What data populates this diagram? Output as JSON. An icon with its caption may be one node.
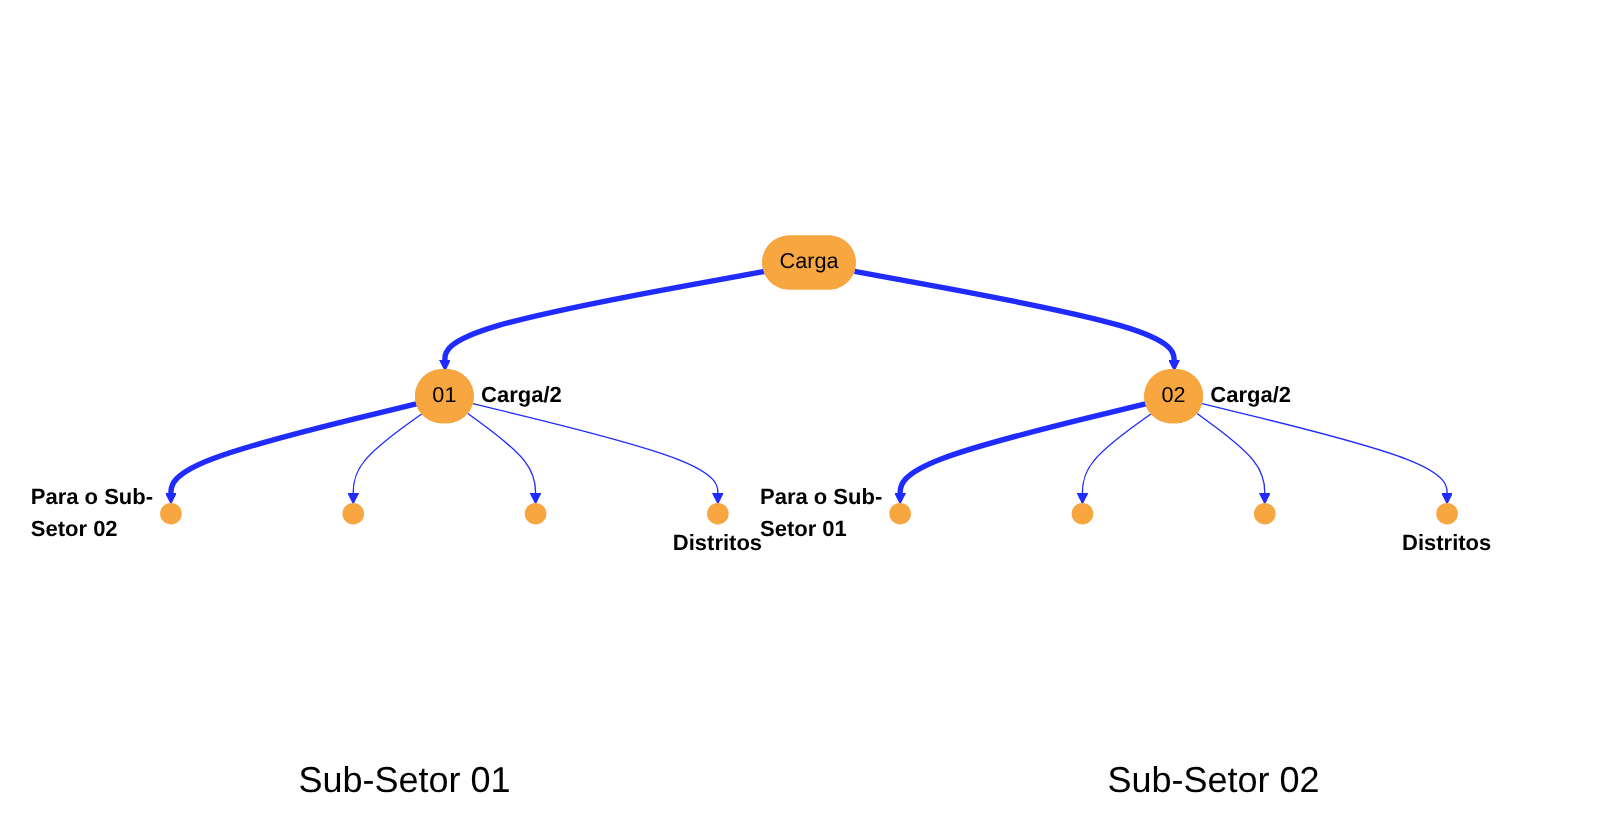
{
  "diagram": {
    "nodes": [
      {
        "text": [
          "Carga"
        ]
      },
      {
        "text": [
          "01"
        ],
        "beside": [
          "Carga/2"
        ]
      },
      {
        "text": [
          "02"
        ],
        "beside": [
          "Carga/2"
        ]
      },
      {
        "text": [],
        "shape": "circle",
        "beside": [
          "Para o Sub-Setor 02"
        ]
      },
      {
        "text": [],
        "shape": "circle"
      },
      {
        "text": [],
        "shape": "circle"
      },
      {
        "text": [],
        "shape": "circle",
        "beside": [
          "Distritos"
        ]
      },
      {
        "text": [],
        "shape": "circle",
        "beside": [
          "Para o Sub-Setor 01"
        ]
      },
      {
        "text": [],
        "shape": "circle"
      },
      {
        "text": [],
        "shape": "circle"
      },
      {
        "text": [],
        "shape": "circle",
        "beside": [
          "Distritos"
        ]
      }
    ],
    "edges": [
      {
        "from": 0,
        "to": 1,
        "arrow": "to",
        "style": "thick"
      },
      {
        "from": 0,
        "to": 2,
        "arrow": "to",
        "style": "thick"
      },
      {
        "from": 1,
        "to": 3,
        "arrow": "to",
        "style": "thick"
      },
      {
        "from": 1,
        "to": 4,
        "arrow": "to"
      },
      {
        "from": 1,
        "to": 5,
        "arrow": "to"
      },
      {
        "from": 1,
        "to": 6,
        "arrow": "to"
      },
      {
        "from": 2,
        "to": 7,
        "arrow": "to",
        "style": "thick"
      },
      {
        "from": 2,
        "to": 8,
        "arrow": "to"
      },
      {
        "from": 2,
        "to": 9,
        "arrow": "to"
      },
      {
        "from": 2,
        "to": 10,
        "arrow": "to"
      }
    ],
    "labels": [
      "Sub-Setor 01",
      "Sub-Setor 02"
    ]
  }
}
